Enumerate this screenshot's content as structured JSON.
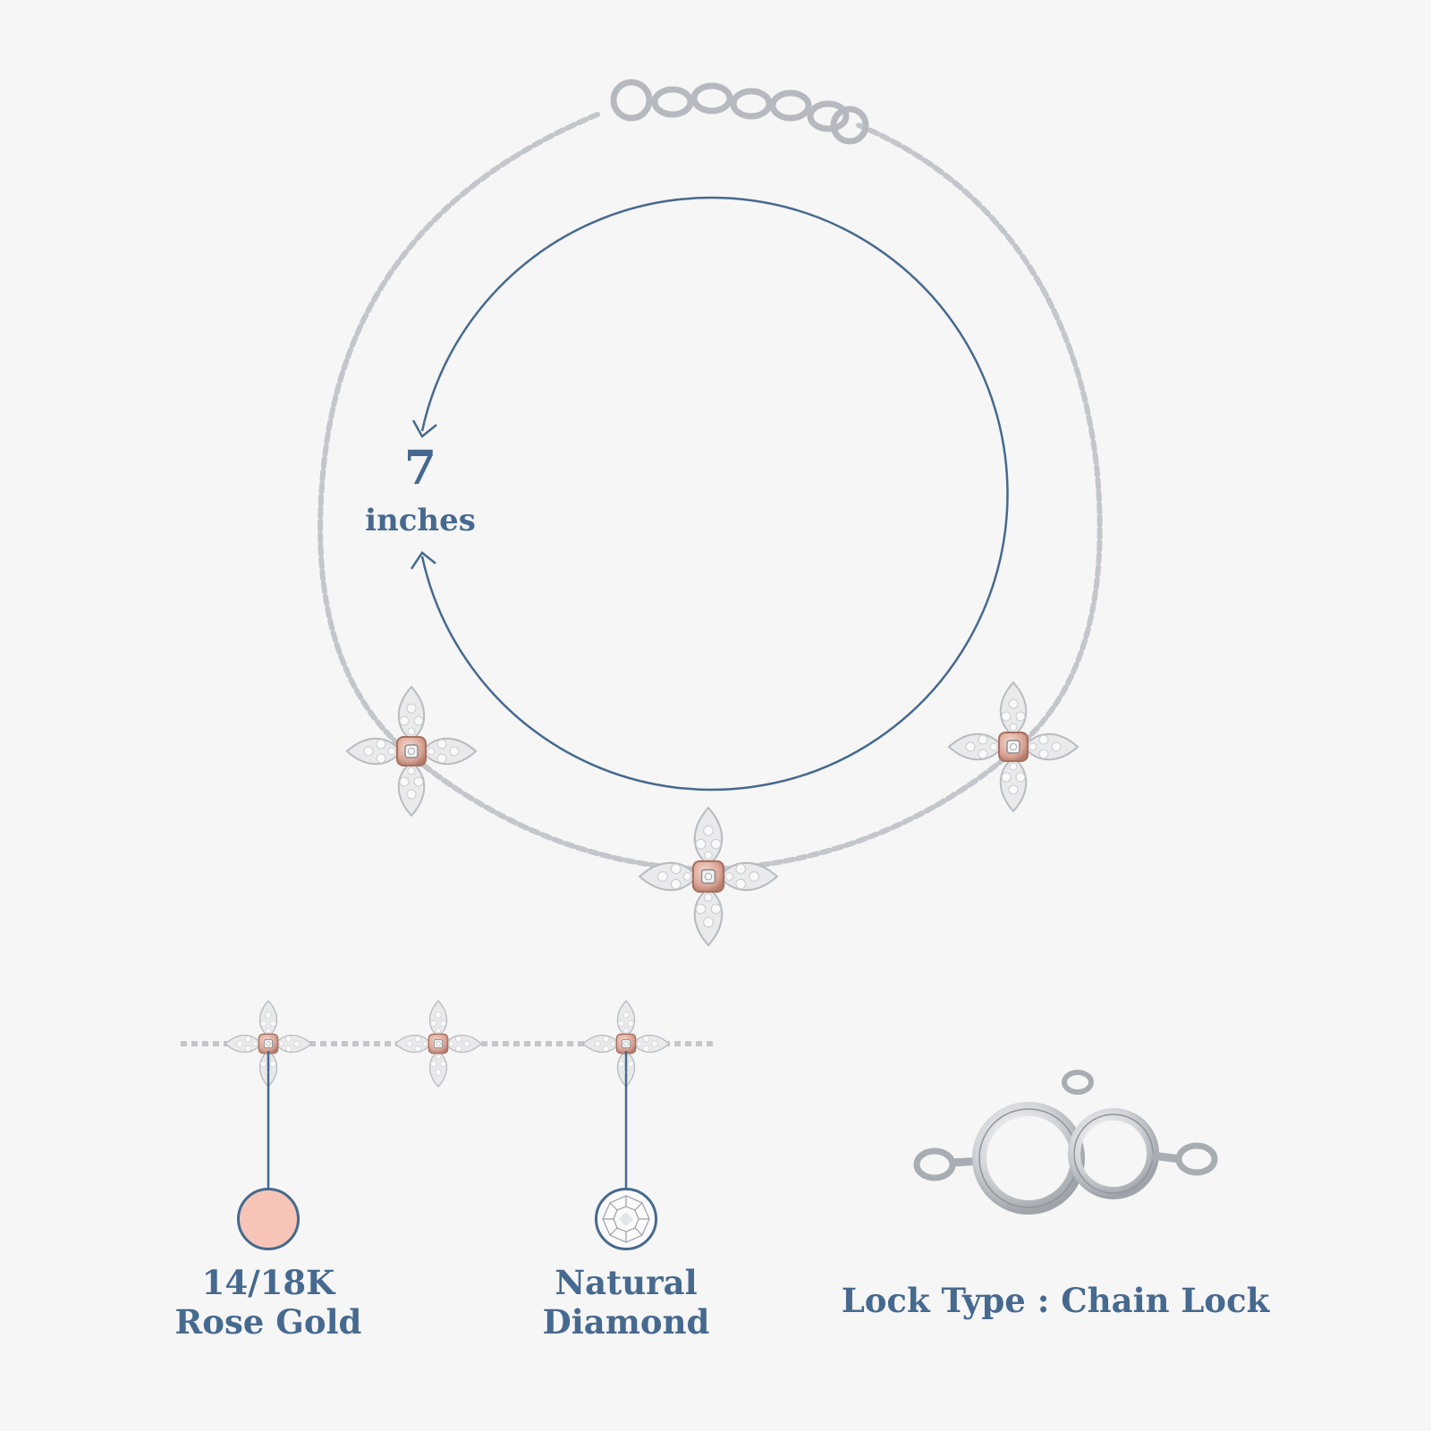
{
  "bracelet": {
    "size_value": "7",
    "size_unit": "inches"
  },
  "features": {
    "metal": {
      "line1": "14/18K",
      "line2": "Rose Gold",
      "swatch_color": "#f6c5b7"
    },
    "stone": {
      "line1": "Natural",
      "line2": "Diamond"
    },
    "lock": {
      "text": "Lock Type : Chain Lock"
    }
  },
  "colors": {
    "label": "#46698f",
    "accent_line": "#46698f",
    "rose_gold": "#d9a394",
    "silver": "#c8cbd0",
    "background": "#f6f6f6"
  },
  "icons": [
    "size-arrow-icon",
    "rose-gold-swatch-icon",
    "diamond-swatch-icon",
    "chain-lock-icon"
  ]
}
